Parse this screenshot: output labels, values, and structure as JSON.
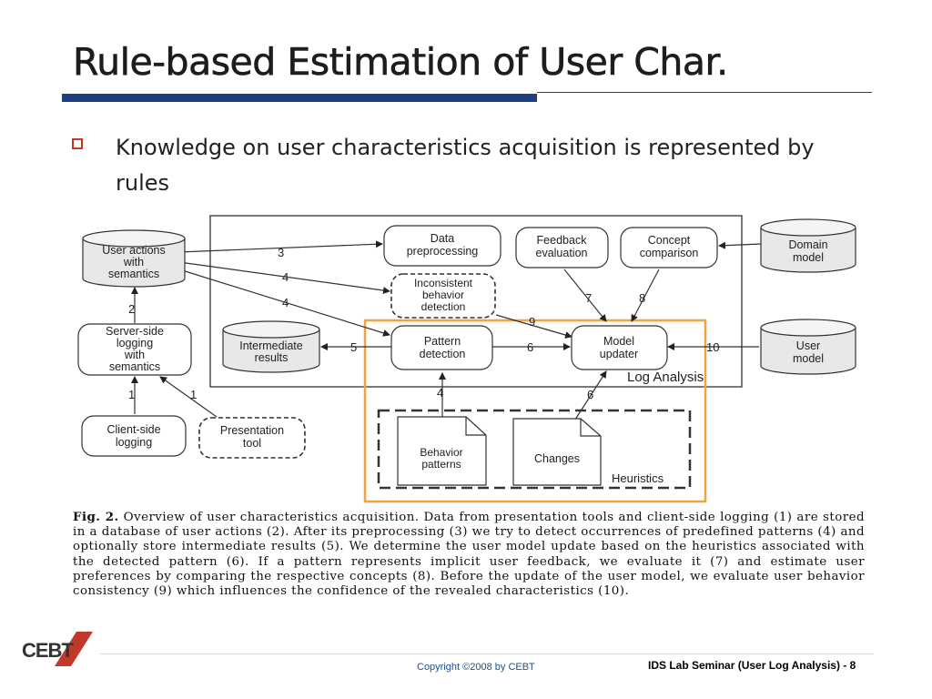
{
  "slide": {
    "title": "Rule-based Estimation of User Char.",
    "bullet": "Knowledge on user characteristics acquisition is represented by rules"
  },
  "diagram": {
    "nodes": {
      "user_actions": [
        "User actions",
        "with",
        "semantics"
      ],
      "server_logging": [
        "Server-side",
        "logging",
        "with",
        "semantics"
      ],
      "client_logging": [
        "Client-side",
        "logging"
      ],
      "presentation_tool": [
        "Presentation",
        "tool"
      ],
      "data_preprocessing": [
        "Data",
        "preprocessing"
      ],
      "inconsistent_detection": [
        "Inconsistent",
        "behavior",
        "detection"
      ],
      "feedback_evaluation": [
        "Feedback",
        "evaluation"
      ],
      "concept_comparison": [
        "Concept",
        "comparison"
      ],
      "domain_model": [
        "Domain",
        "model"
      ],
      "intermediate_results": [
        "Intermediate",
        "results"
      ],
      "pattern_detection": [
        "Pattern",
        "detection"
      ],
      "model_updater": [
        "Model",
        "updater"
      ],
      "user_model": [
        "User",
        "model"
      ],
      "behavior_patterns": [
        "Behavior",
        "patterns"
      ],
      "changes": [
        "Changes"
      ]
    },
    "group_labels": {
      "log_analysis": "Log Analysis",
      "heuristics": "Heuristics"
    },
    "edge_labels": {
      "e1a": "1",
      "e1b": "1",
      "e2": "2",
      "e3": "3",
      "e4a": "4",
      "e4b": "4",
      "e4c": "4",
      "e5": "5",
      "e6a": "6",
      "e6b": "6",
      "e7": "7",
      "e8": "8",
      "e9": "9",
      "e10": "10"
    },
    "highlight_color": "#f4a340"
  },
  "caption": {
    "label": "Fig. 2.",
    "text": "Overview of user characteristics acquisition. Data from presentation tools and client-side logging (1) are stored in a database of user actions (2). After its preprocessing (3) we try to detect occurrences of predefined patterns (4) and optionally store intermediate results (5). We determine the user model update based on the heuristics associated with the detected pattern (6). If a pattern represents implicit user feedback, we evaluate it (7) and estimate user preferences by comparing the respective concepts (8). Before the update of the user model, we evaluate user behavior consistency (9) which influences the confidence of the revealed characteristics (10)."
  },
  "footer": {
    "logo_text": "CEBT",
    "copyright": "Copyright ©2008 by CEBT",
    "seminar": "IDS Lab Seminar (User Log Analysis) - 8"
  }
}
